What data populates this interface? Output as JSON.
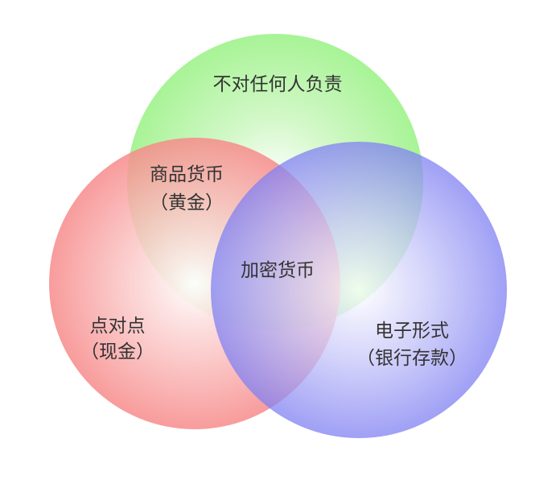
{
  "venn": {
    "circles": [
      {
        "id": "top",
        "label": "不对任何人负责",
        "color": "#9ef28a"
      },
      {
        "id": "left",
        "label_line1": "点对点",
        "label_line2": "（现金）",
        "color": "#f78a8a"
      },
      {
        "id": "right",
        "label_line1": "电子形式",
        "label_line2": "（银行存款）",
        "color": "#8a8af5"
      }
    ],
    "overlaps": {
      "top_left": {
        "label_line1": "商品货币",
        "label_line2": "（黄金）"
      },
      "center": {
        "label": "加密货币"
      }
    }
  }
}
